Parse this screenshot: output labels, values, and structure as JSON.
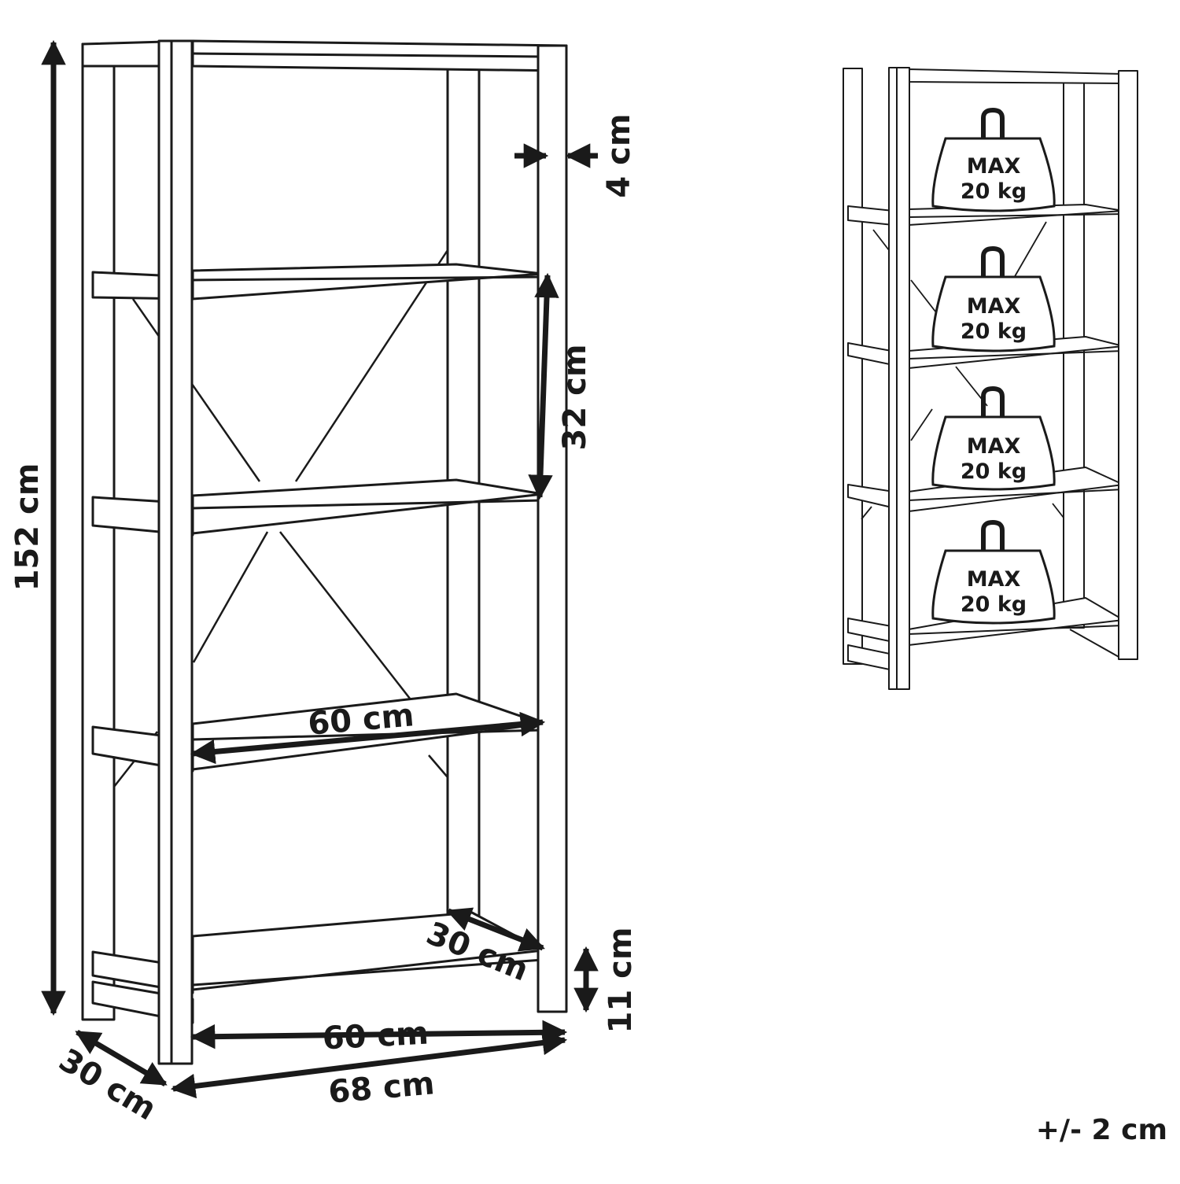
{
  "dimensions": {
    "height_total": "152 cm",
    "frame_thickness": "4 cm",
    "shelf_gap": "32 cm",
    "shelf_width": "60 cm",
    "shelf_depth": "30 cm",
    "bottom_clearance": "11 cm",
    "inner_width": "60 cm",
    "outer_depth": "30 cm",
    "outer_width": "68 cm"
  },
  "load_labels": [
    {
      "line1": "MAX",
      "line2": "20 kg"
    },
    {
      "line1": "MAX",
      "line2": "20 kg"
    },
    {
      "line1": "MAX",
      "line2": "20 kg"
    },
    {
      "line1": "MAX",
      "line2": "20 kg"
    }
  ],
  "tolerance": "+/- 2 cm",
  "colors": {
    "line": "#1a1a1a",
    "background": "#ffffff"
  }
}
